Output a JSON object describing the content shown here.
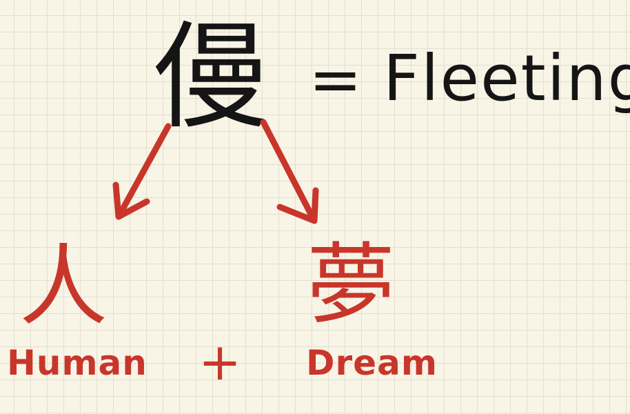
{
  "diagram": {
    "character": "僈",
    "equals": "=",
    "meaning": "Fleeting",
    "components": [
      {
        "character": "人",
        "label": "Human"
      },
      {
        "character": "夢",
        "label": "Dream"
      }
    ],
    "operator": "+",
    "colors": {
      "ink": "#151515",
      "accent": "#c8362b",
      "paper": "#f8f4e6",
      "grid": "#e3ded0"
    }
  }
}
